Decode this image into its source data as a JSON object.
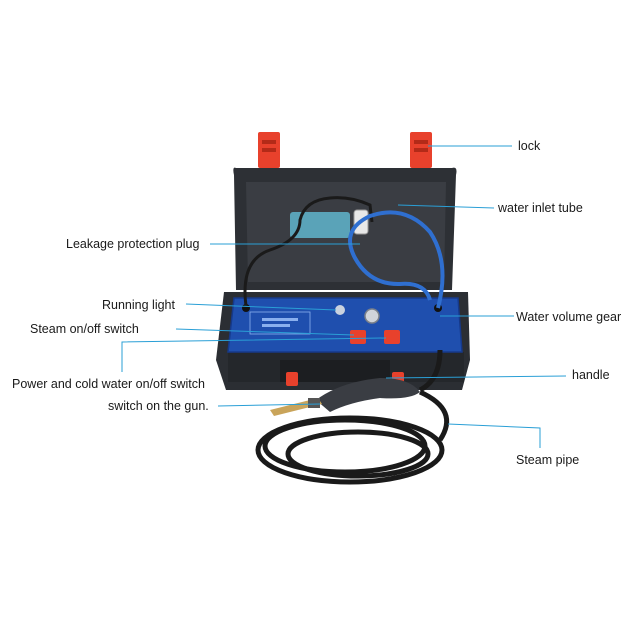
{
  "labels": {
    "lock": "lock",
    "water_inlet_tube": "water inlet tube",
    "leakage_protection_plug": "Leakage protection plug",
    "running_light": "Running light",
    "water_volume_gear": "Water volume gear",
    "steam_switch": "Steam on/off switch",
    "power_switch": "Power and cold water on/off switch",
    "handle": "handle",
    "gun_switch": "switch on the gun.",
    "steam_pipe": "Steam pipe"
  },
  "colors": {
    "leader_line": "#2a9fd6",
    "case_body": "#2b2e33",
    "panel": "#1f4fae",
    "latch": "#e8412c",
    "hose_blue": "#2f6fd0",
    "hose_black": "#1a1a1a"
  }
}
